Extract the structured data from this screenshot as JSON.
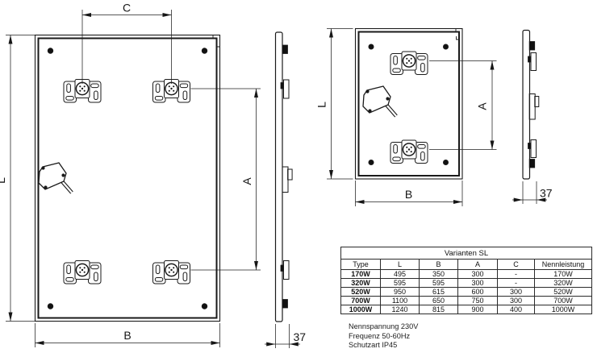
{
  "dimensions": {
    "c": "C",
    "l": "L",
    "b": "B",
    "a": "A",
    "depth": "37"
  },
  "table": {
    "title": "Varianten SL",
    "headers": [
      "Type",
      "L",
      "B",
      "A",
      "C",
      "Nennleistung"
    ],
    "rows": [
      {
        "type": "170W",
        "l": "495",
        "b": "350",
        "a": "300",
        "c": "-",
        "nennleistung": "170W"
      },
      {
        "type": "320W",
        "l": "595",
        "b": "595",
        "a": "300",
        "c": "-",
        "nennleistung": "320W"
      },
      {
        "type": "520W",
        "l": "950",
        "b": "615",
        "a": "600",
        "c": "300",
        "nennleistung": "520W"
      },
      {
        "type": "700W",
        "l": "1100",
        "b": "650",
        "a": "750",
        "c": "300",
        "nennleistung": "700W"
      },
      {
        "type": "1000W",
        "l": "1240",
        "b": "815",
        "a": "900",
        "c": "400",
        "nennleistung": "1000W"
      }
    ]
  },
  "notes": [
    "Nennspannung 230V",
    "Frequenz 50-60Hz",
    "Schutzart IP45"
  ]
}
